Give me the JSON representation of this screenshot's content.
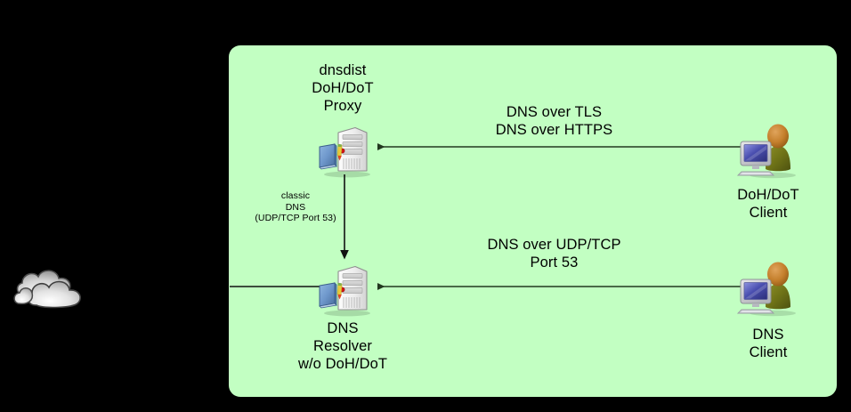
{
  "diagram": {
    "background_color": "#000000",
    "zone_color": "#c2ffc2",
    "line_color": "#22381f",
    "nodes": {
      "proxy": {
        "title": "dnsdist\nDoH/DoT\nProxy",
        "icon": "server-icon"
      },
      "resolver": {
        "title": "DNS\nResolver\nw/o DoH/DoT",
        "icon": "server-icon"
      },
      "dohdot_client": {
        "title": "DoH/DoT\nClient",
        "icon": "user-computer-icon"
      },
      "dns_client": {
        "title": "DNS\nClient",
        "icon": "user-computer-icon"
      },
      "internet": {
        "title": "",
        "icon": "cloud-icon"
      }
    },
    "connections": {
      "client_to_proxy": {
        "label": "DNS over TLS\nDNS over HTTPS",
        "from": "dohdot_client",
        "to": "proxy",
        "direction": "left"
      },
      "proxy_to_resolver": {
        "label": "classic\nDNS\n(UDP/TCP Port 53)",
        "from": "proxy",
        "to": "resolver",
        "direction": "down"
      },
      "client_to_resolver": {
        "label": "DNS over UDP/TCP\nPort 53",
        "from": "dns_client",
        "to": "resolver",
        "direction": "left"
      },
      "resolver_to_internet": {
        "label": "",
        "from": "resolver",
        "to": "internet",
        "direction": "left"
      }
    }
  }
}
